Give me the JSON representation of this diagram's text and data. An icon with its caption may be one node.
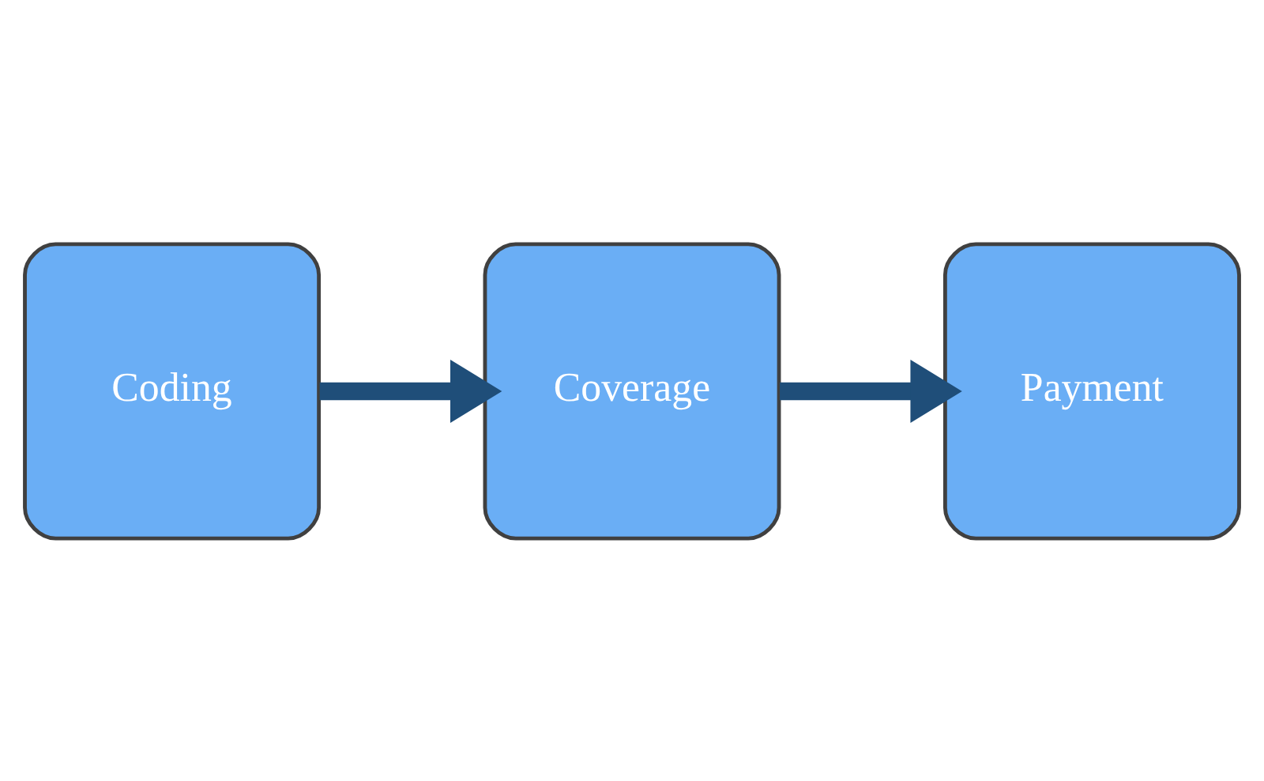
{
  "diagram": {
    "nodes": [
      {
        "text": [
          "Coding"
        ]
      },
      {
        "text": [
          "Coverage"
        ]
      },
      {
        "text": [
          "Payment"
        ]
      }
    ],
    "edges": [
      {
        "from": 0,
        "to": 1,
        "arrow": "to"
      },
      {
        "from": 1,
        "to": 2,
        "arrow": "to"
      }
    ]
  }
}
